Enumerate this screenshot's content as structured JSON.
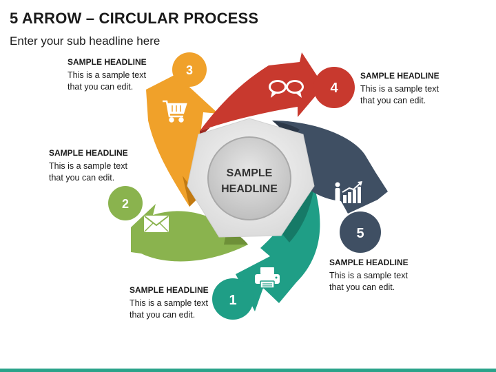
{
  "header": {
    "title": "5 ARROW – CIRCULAR PROCESS",
    "subtitle": "Enter your sub headline here"
  },
  "center": {
    "line1": "SAMPLE",
    "line2": "HEADLINE"
  },
  "steps": [
    {
      "number": "1",
      "headline": "SAMPLE HEADLINE",
      "line1": "This is a sample text",
      "line2": "that you can edit.",
      "color": "#1f9e86",
      "icon": "printer-icon"
    },
    {
      "number": "2",
      "headline": "SAMPLE HEADLINE",
      "line1": "This is a sample text",
      "line2": "that you can edit.",
      "color": "#8ab34e",
      "icon": "envelope-icon"
    },
    {
      "number": "3",
      "headline": "SAMPLE HEADLINE",
      "line1": "This is a sample text",
      "line2": "that you can edit.",
      "color": "#f0a12a",
      "icon": "shopping-cart-icon"
    },
    {
      "number": "4",
      "headline": "SAMPLE HEADLINE",
      "line1": "This is a sample text",
      "line2": "that you can edit.",
      "color": "#c8392e",
      "icon": "chat-bubbles-icon"
    },
    {
      "number": "5",
      "headline": "SAMPLE HEADLINE",
      "line1": "This is a sample text",
      "line2": "that you can edit.",
      "color": "#3f4f63",
      "icon": "growth-chart-icon"
    }
  ]
}
